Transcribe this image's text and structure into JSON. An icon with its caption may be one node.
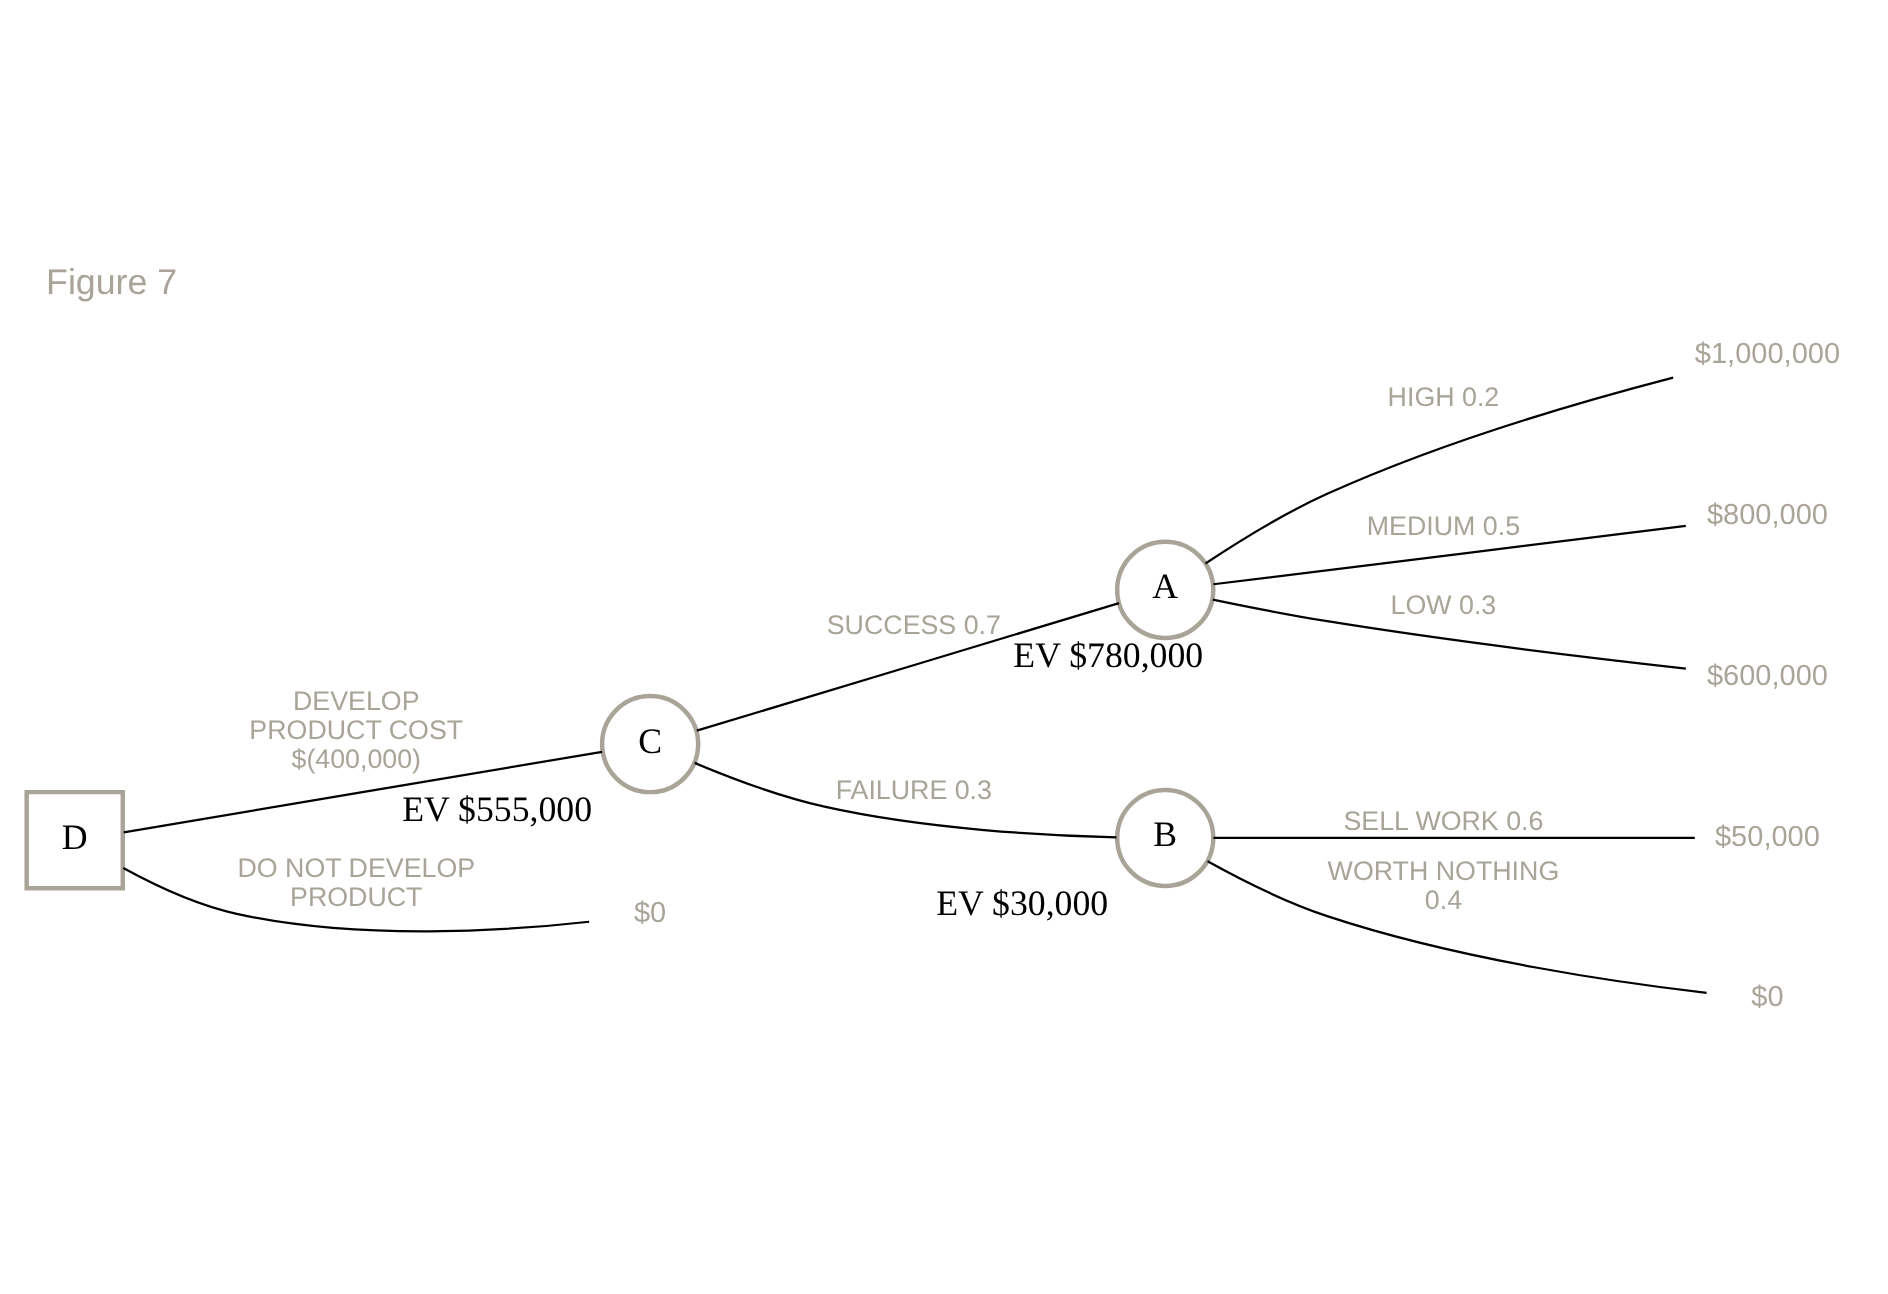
{
  "diagram": {
    "title": "Figure 7",
    "nodes": [
      {
        "text": [
          "D"
        ]
      },
      {
        "text": [
          "C"
        ],
        "beside": [
          "EV $555,000"
        ]
      },
      {
        "text": [
          "A"
        ],
        "beside": [
          "EV $780,000"
        ]
      },
      {
        "text": [
          "B"
        ],
        "beside": [
          "EV $30,000"
        ]
      },
      {
        "text": [
          "$0"
        ]
      },
      {
        "text": [
          "$1,000,000"
        ]
      },
      {
        "text": [
          "$800,000"
        ]
      },
      {
        "text": [
          "$600,000"
        ]
      },
      {
        "text": [
          "$50,000"
        ]
      },
      {
        "text": [
          "$0"
        ]
      }
    ],
    "edges": [
      {
        "from": 0,
        "to": 4,
        "arrow": "none",
        "label": "DO NOT DEVELOP PRODUCT"
      },
      {
        "from": 0,
        "to": 1,
        "arrow": "none",
        "label": "DEVELOP PRODUCT COST $(400,000)"
      },
      {
        "from": 1,
        "to": 2,
        "arrow": "none",
        "label": "SUCCESS 0.7"
      },
      {
        "from": 1,
        "to": 3,
        "arrow": "none",
        "label": "FAILURE 0.3"
      },
      {
        "from": 2,
        "to": 5,
        "arrow": "none",
        "label": "HIGH 0.2"
      },
      {
        "from": 2,
        "to": 6,
        "arrow": "none",
        "label": "MEDIUM 0.5"
      },
      {
        "from": 2,
        "to": 7,
        "arrow": "none",
        "label": "LOW 0.3"
      },
      {
        "from": 3,
        "to": 8,
        "arrow": "none",
        "label": "SELL WORK 0.6"
      },
      {
        "from": 3,
        "to": 9,
        "arrow": "none",
        "label": "WORTH NOTHING 0.4"
      }
    ]
  }
}
